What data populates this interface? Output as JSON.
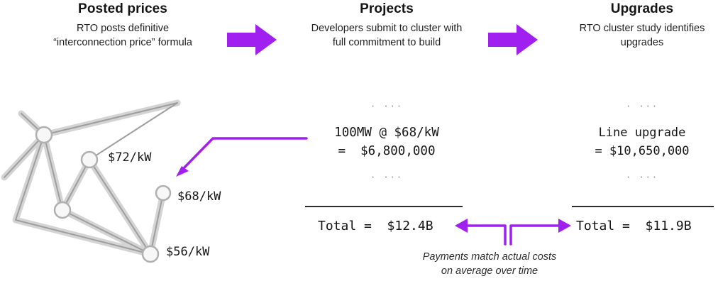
{
  "columns": [
    {
      "id": "posted-prices",
      "title": "Posted prices",
      "subtitle": "RTO posts definitive “interconnection price” formula"
    },
    {
      "id": "projects",
      "title": "Projects",
      "subtitle": "Developers submit to cluster with full commitment to build"
    },
    {
      "id": "upgrades",
      "title": "Upgrades",
      "subtitle": "RTO cluster study identifies upgrades"
    }
  ],
  "step_arrows": [
    {
      "name": "arrow-posted-to-projects",
      "color": "#A020F0"
    },
    {
      "name": "arrow-projects-to-upgrades",
      "color": "#A020F0"
    }
  ],
  "network": {
    "labels": [
      {
        "id": "price-72",
        "text": "$72/kW"
      },
      {
        "id": "price-68",
        "text": "$68/kW"
      },
      {
        "id": "price-56",
        "text": "$56/kW"
      }
    ],
    "node_fill": "#f7f7f7",
    "node_stroke": "#b4b4b4",
    "edge_color": "#d2d2d2",
    "edge_color_dark": "#9a9a9a"
  },
  "callout": {
    "name": "callout-connector",
    "color": "#A020F0"
  },
  "ledgers": [
    {
      "id": "ledger-projects",
      "ellipsis_top": "· ···",
      "line1": "100MW @ $68/kW",
      "line2": "=  $6,800,000",
      "ellipsis_bottom": "· ···"
    },
    {
      "id": "ledger-upgrades",
      "ellipsis_top": "· ···",
      "line1": "Line upgrade",
      "line2": "= $10,650,000",
      "ellipsis_bottom": "· ···"
    }
  ],
  "totals": [
    {
      "id": "total-projects",
      "text": "Total =  $12.4B"
    },
    {
      "id": "total-upgrades",
      "text": "Total =  $11.9B"
    }
  ],
  "compare_arrow": {
    "name": "compare-double-arrow",
    "color": "#A020F0"
  },
  "caption": {
    "line1": "Payments match actual costs",
    "line2": "on average over time"
  },
  "colors": {
    "accent_purple": "#A020F0",
    "text_dark": "#141414",
    "rule": "#2b2b2b"
  }
}
